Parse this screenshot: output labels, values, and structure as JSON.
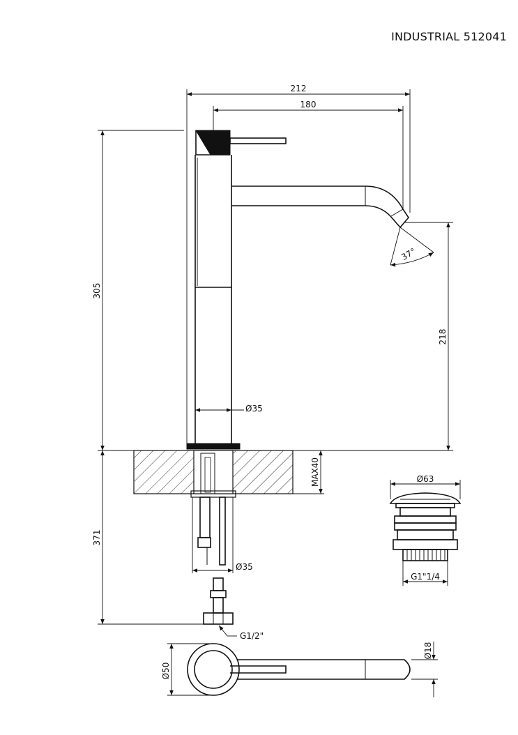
{
  "title": "INDUSTRIAL 512041",
  "dimensions": {
    "overall_width": "212",
    "spout_reach": "180",
    "total_height": "305",
    "spout_height": "218",
    "spout_angle": "37°",
    "body_diameter": "Ø35",
    "below_diameter": "Ø35",
    "below_length": "371",
    "deck_max": "MAX40",
    "connection": "G1/2\"",
    "waste_diameter": "Ø63",
    "waste_thread": "G1\"1/4",
    "base_diameter": "Ø50",
    "spout_diameter": "Ø18"
  },
  "colors": {
    "line": "#111111",
    "paper": "#ffffff"
  }
}
